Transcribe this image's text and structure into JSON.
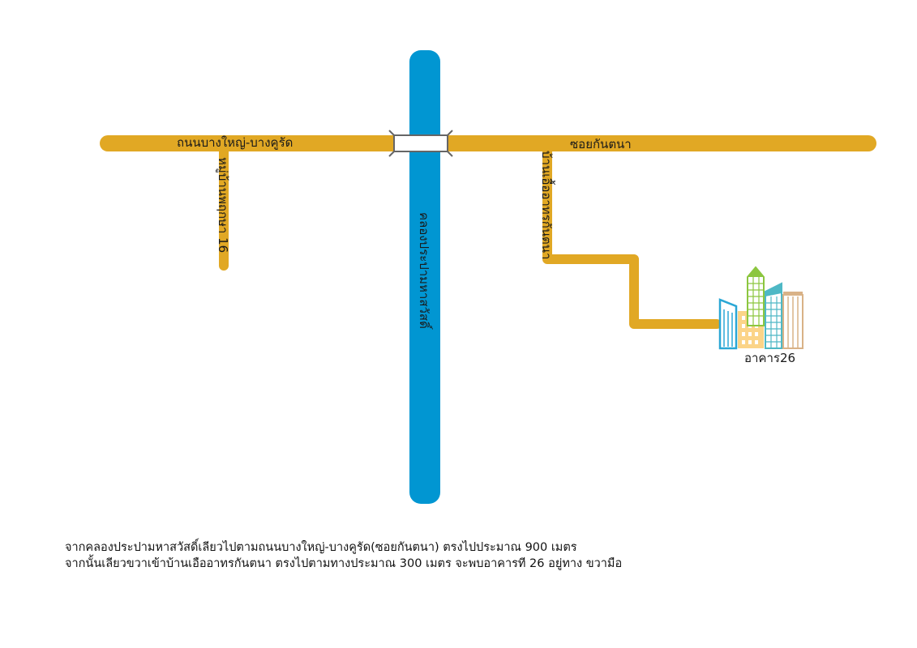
{
  "map": {
    "roads": {
      "main_west": "ถนนบางใหญ่-บางคูรัด",
      "main_east": "ซอยกันตนา",
      "side_west": "หมู่บ้านพฤกษา 16",
      "side_east": "บ้านเอื้ออาทรกันตนา"
    },
    "canal": "คลองประปามหาสวัสดิ์",
    "destination": "อาคาร26"
  },
  "directions": {
    "line1": "จากคลองประปามหาสวัสดิ์เลียวไปตามถนนบางใหญ่-บางคูรัด(ซอยกันตนา) ตรงไปประมาณ 900 เมตร",
    "line2": "จากนั้นเลียวขวาเข้าบ้านเอืออาทรกันตนา ตรงไปตามทางประมาณ 300 เมตร จะพบอาคารที 26 อยู่ทาง ขวามือ"
  },
  "colors": {
    "road": "#E1A824",
    "canal": "#0196D2",
    "bridge_outline": "#666666"
  }
}
